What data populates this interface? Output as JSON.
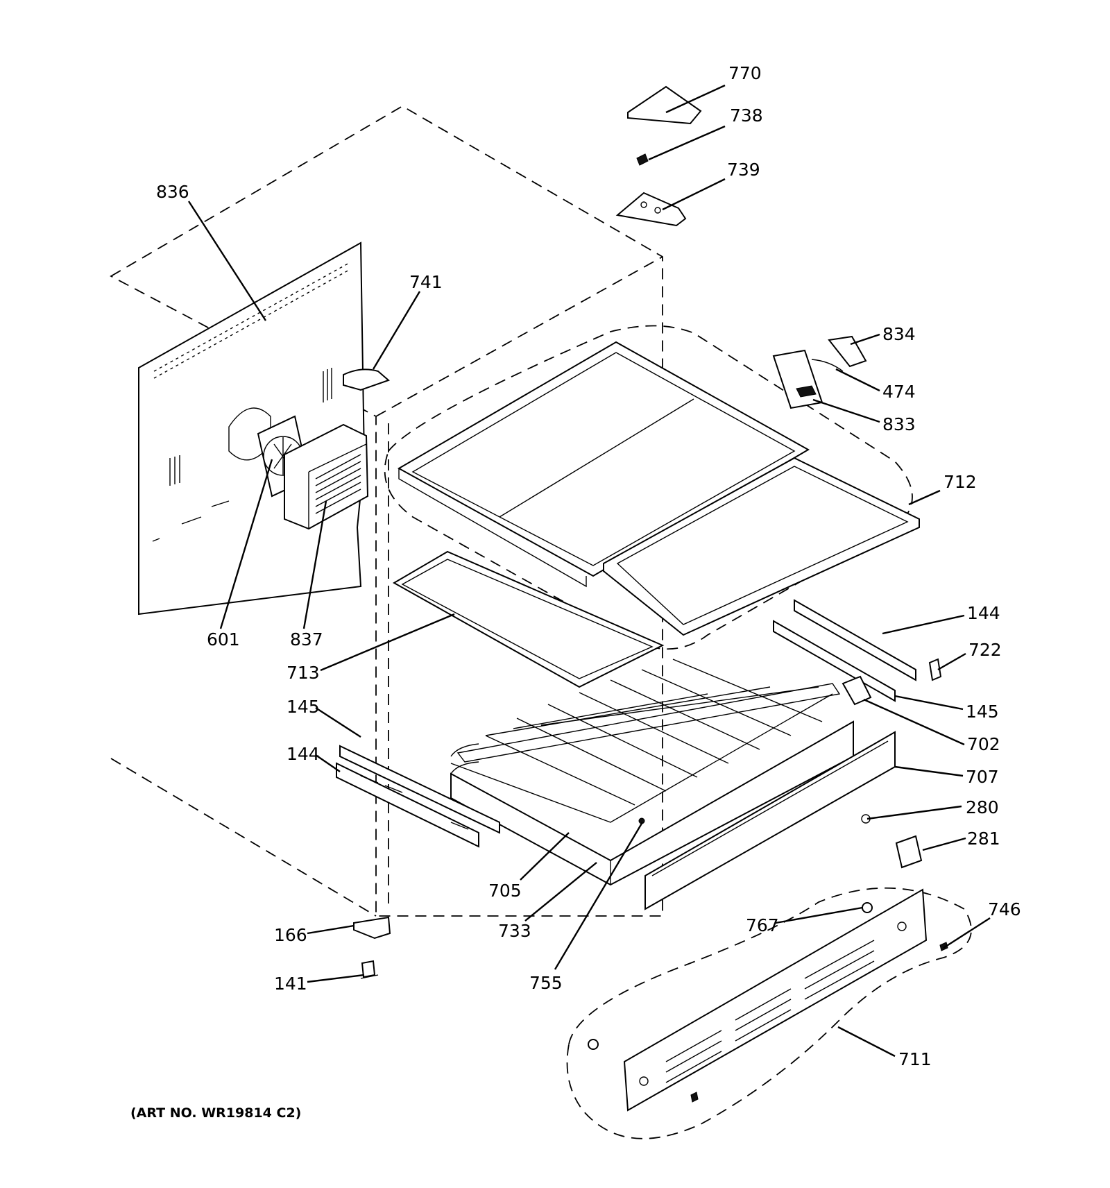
{
  "diagram": {
    "art_number": "(ART NO. WR19814 C2)",
    "labels": {
      "l770": "770",
      "l738": "738",
      "l739": "739",
      "l836": "836",
      "l741": "741",
      "l834": "834",
      "l474": "474",
      "l833": "833",
      "l712": "712",
      "l601": "601",
      "l837": "837",
      "l713": "713",
      "l144r": "144",
      "l722": "722",
      "l145r": "145",
      "l702": "702",
      "l145l": "145",
      "l144l": "144",
      "l707": "707",
      "l280": "280",
      "l281": "281",
      "l705": "705",
      "l733": "733",
      "l755": "755",
      "l746": "746",
      "l767": "767",
      "l166": "166",
      "l141": "141",
      "l711": "711"
    }
  }
}
